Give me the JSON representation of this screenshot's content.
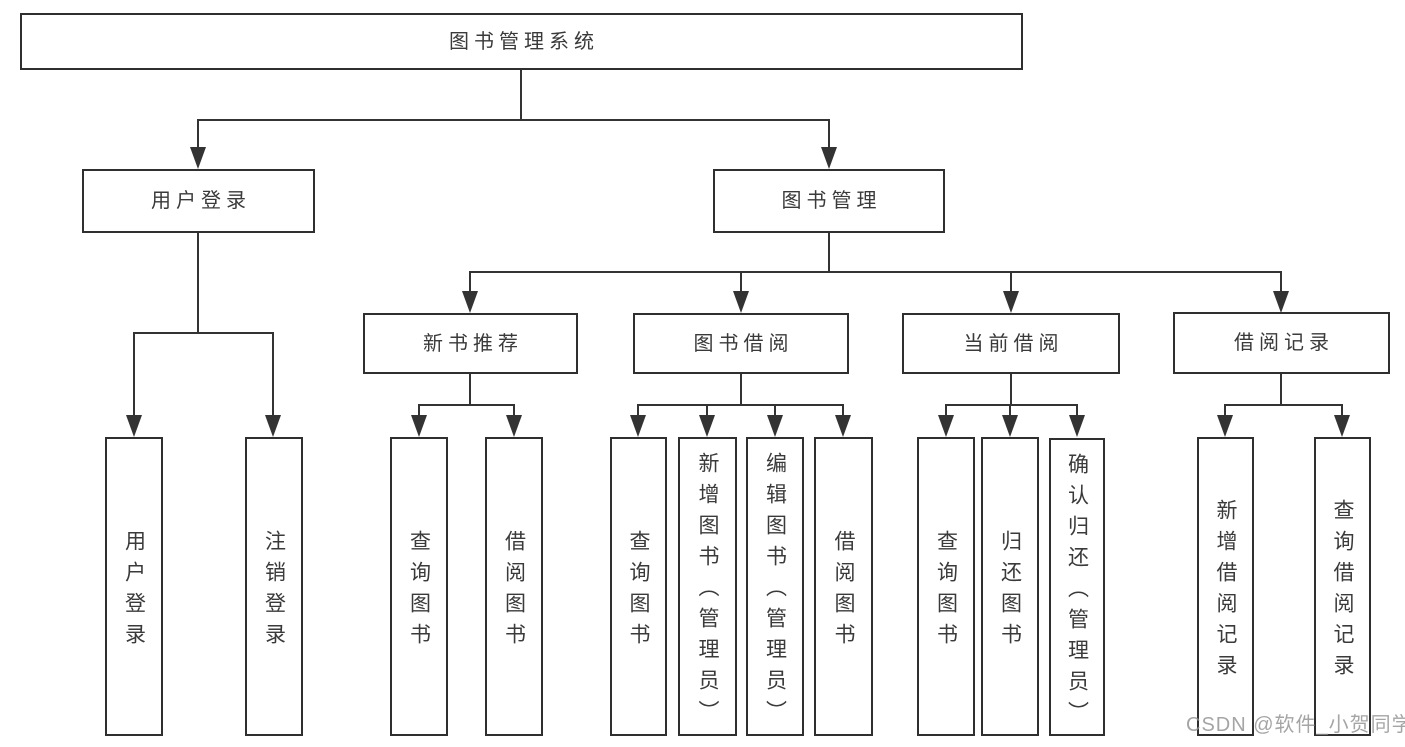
{
  "diagram_type": "functional-structure-tree",
  "colors": {
    "background": "#ffffff",
    "line": "#333333",
    "box_border": "#2f2f2f",
    "text": "#3a3a3a",
    "watermark": "#8f8f8f"
  },
  "tree": {
    "root": {
      "label": "图书管理系统"
    },
    "level1": [
      {
        "label": "用户登录"
      },
      {
        "label": "图书管理"
      }
    ],
    "level2": [
      {
        "label": "新书推荐"
      },
      {
        "label": "图书借阅"
      },
      {
        "label": "当前借阅"
      },
      {
        "label": "借阅记录"
      }
    ],
    "leaves": [
      {
        "label": "用户登录",
        "parent": "用户登录"
      },
      {
        "label": "注销登录",
        "parent": "用户登录"
      },
      {
        "label": "查询图书",
        "parent": "新书推荐"
      },
      {
        "label": "借阅图书",
        "parent": "新书推荐"
      },
      {
        "label": "查询图书",
        "parent": "图书借阅"
      },
      {
        "label": "新增图书（管理员）",
        "parent": "图书借阅"
      },
      {
        "label": "编辑图书（管理员）",
        "parent": "图书借阅"
      },
      {
        "label": "借阅图书",
        "parent": "图书借阅"
      },
      {
        "label": "查询图书",
        "parent": "当前借阅"
      },
      {
        "label": "归还图书",
        "parent": "当前借阅"
      },
      {
        "label": "确认归还（管理员）",
        "parent": "当前借阅"
      },
      {
        "label": "新增借阅记录",
        "parent": "借阅记录"
      },
      {
        "label": "查询借阅记录",
        "parent": "借阅记录"
      }
    ]
  },
  "watermark": {
    "text": "CSDN @软件_小贺同学"
  }
}
